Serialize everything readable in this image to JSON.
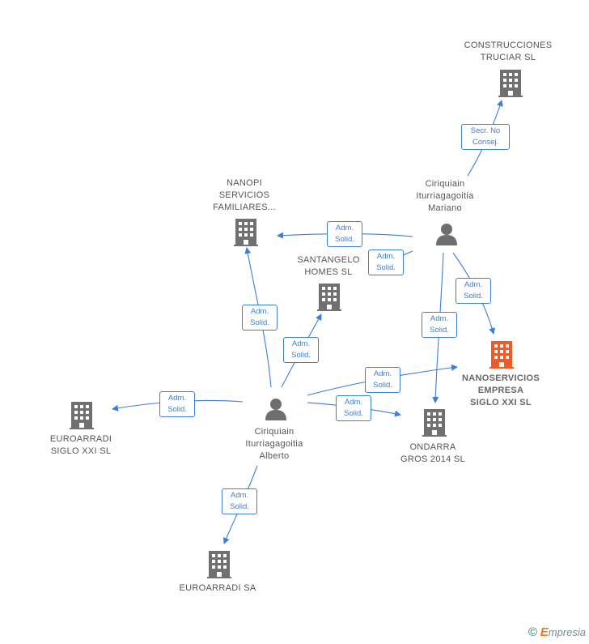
{
  "colors": {
    "edge": "#3d7fd6",
    "company": "#707070",
    "highlight": "#f05a28",
    "person": "#6e6e6e"
  },
  "nodes": {
    "construcciones": {
      "label": "CONSTRUCCIONES\nTRUCIAR  SL",
      "icon": "building-icon"
    },
    "nanopi": {
      "label": "NANOPI\nSERVICIOS\nFAMILIARES...",
      "icon": "building-icon"
    },
    "santangelo": {
      "label": "SANTANGELO\nHOMES  SL",
      "icon": "building-icon"
    },
    "mariano": {
      "label": "Ciriquiain\nIturriagagoitia\nMariano",
      "icon": "person-icon"
    },
    "nanoservicios": {
      "label": "NANOSERVICIOS\nEMPRESA\nSIGLO XXI  SL",
      "icon": "building-icon"
    },
    "euroarradi_xxi": {
      "label": "EUROARRADI\nSIGLO XXI  SL",
      "icon": "building-icon"
    },
    "alberto": {
      "label": "Ciriquiain\nIturriagagoitia\nAlberto",
      "icon": "person-icon"
    },
    "ondarra": {
      "label": "ONDARRA\nGROS 2014  SL",
      "icon": "building-icon"
    },
    "euroarradi_sa": {
      "label": "EUROARRADI SA",
      "icon": "building-icon"
    }
  },
  "edges": [
    {
      "label": "Secr.  No\nConsej."
    },
    {
      "label": "Adm.\nSolid."
    },
    {
      "label": "Adm.\nSolid."
    },
    {
      "label": "Adm.\nSolid."
    },
    {
      "label": "Adm.\nSolid."
    },
    {
      "label": "Adm.\nSolid."
    },
    {
      "label": "Adm.\nSolid."
    },
    {
      "label": "Adm.\nSolid."
    },
    {
      "label": "Adm.\nSolid."
    },
    {
      "label": "Adm.\nSolid."
    },
    {
      "label": "Adm.\nSolid."
    }
  ],
  "footer": {
    "copyright": "©",
    "brand_first": "E",
    "brand_rest": "mpresia"
  }
}
